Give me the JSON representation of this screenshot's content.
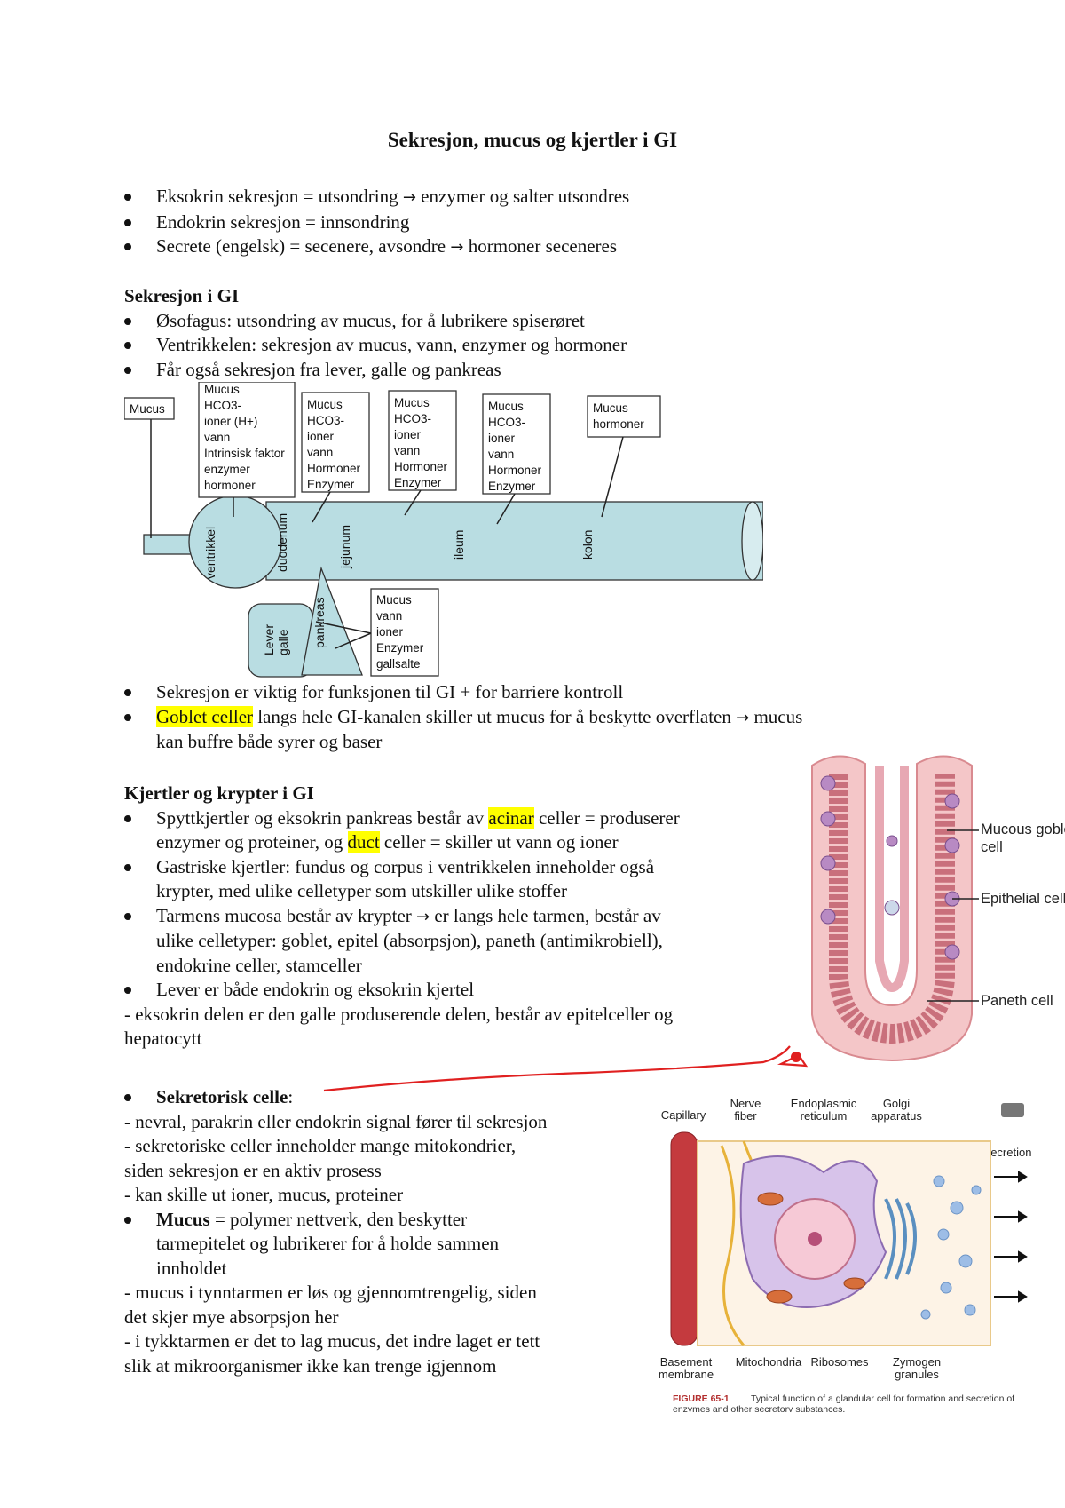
{
  "title": "Sekresjon, mucus og kjertler i GI",
  "intro": [
    {
      "pre": "Eksokrin sekresjon = utsondring ",
      "arrow": "→",
      "post": " enzymer og salter utsondres"
    },
    {
      "pre": "Endokrin sekresjon = innsondring",
      "arrow": "",
      "post": ""
    },
    {
      "pre": "Secrete (engelsk) = secenere, avsondre ",
      "arrow": "→",
      "post": " hormoner seceneres"
    }
  ],
  "s1": {
    "heading": "Sekresjon i GI",
    "items": [
      "Øsofagus: utsondring av mucus, for å lubrikere spiserøret",
      "Ventrikkelen: sekresjon av mucus, vann, enzymer og hormoner",
      "Får også sekresjon fra lever, galle og pankreas"
    ]
  },
  "gi": {
    "box_esophagus": [
      "Mucus"
    ],
    "box_ventrikkel": [
      "Mucus",
      "HCO3-",
      "ioner (H+)",
      "vann",
      "Intrinsisk faktor",
      "enzymer",
      "hormoner"
    ],
    "box_duodenum": [
      "Mucus",
      "HCO3-",
      "ioner",
      "vann",
      "Hormoner",
      "Enzymer"
    ],
    "box_jejunum": [
      "Mucus",
      "HCO3-",
      "ioner",
      "vann",
      "Hormoner",
      "Enzymer"
    ],
    "box_ileum": [
      "Mucus",
      "HCO3-",
      "ioner",
      "vann",
      "Hormoner",
      "Enzymer"
    ],
    "box_kolon": [
      "Mucus",
      "hormoner"
    ],
    "box_liver": [
      "Mucus",
      "vann",
      "ioner",
      "Enzymer",
      "gallsalte"
    ],
    "lbl_ventrikkel": "ventrikkel",
    "lbl_duodenum": "duodenum",
    "lbl_jejunum": "jejunum",
    "lbl_ileum": "ileum",
    "lbl_kolon": "kolon",
    "lbl_pankreas": "pankreas",
    "lbl_lever": "Lever",
    "lbl_galle": "galle",
    "tube_color": "#b9dde2"
  },
  "mid": {
    "b1": "Sekresjon er viktig for funksjonen til GI + for barriere kontroll",
    "b2_hl": "Goblet celler",
    "b2_pre": " langs hele GI-kanalen skiller ut mucus for å beskytte overflaten ",
    "b2_arrow": "→",
    "b2_post": " mucus",
    "b2_line2": "kan buffre både syrer og baser"
  },
  "s2": {
    "heading": "Kjertler og krypter i GI",
    "i1_a": "Spyttkjertler og eksokrin pankreas består av ",
    "i1_hl1": "acinar",
    "i1_b": " celler = produserer",
    "i1_c": "enzymer og proteiner, og ",
    "i1_hl2": "duct",
    "i1_d": " celler = skiller ut vann og ioner",
    "i2_l1": "Gastriske kjertler: fundus og corpus i ventrikkelen inneholder også",
    "i2_l2": "krypter, med ulike celletyper som utskiller ulike stoffer",
    "i3_a": "Tarmens mucosa består av krypter ",
    "i3_arrow": "→",
    "i3_b": " er langs hele tarmen, består av",
    "i3_l2": "ulike celletyper: goblet, epitel (absorpsjon), paneth (antimikrobiell),",
    "i3_l3": "endokrine celler, stamceller",
    "i4": "Lever er både endokrin og eksokrin kjertel",
    "d1": "- eksokrin delen er den galle produserende delen, består av epitelceller og",
    "d2": "hepatocytt"
  },
  "s3": {
    "b1": "Sekretorisk celle",
    "b1_colon": ":",
    "l1": "- nevral, parakrin eller endokrin signal fører til sekresjon",
    "l2": "- sekretoriske celler inneholder mange mitokondrier,",
    "l3": "siden sekresjon er en aktiv prosess",
    "l4": "- kan skille ut ioner, mucus, proteiner",
    "b2_bold": "Mucus",
    "b2_rest": " = polymer nettverk, den beskytter",
    "b2_l2": "tarmepitelet og lubrikerer for å holde sammen",
    "b2_l3": "innholdet",
    "m1": "- mucus i tynntarmen er løs og gjennomtrengelig, siden",
    "m2": "det skjer mye absorpsjon her",
    "m3": "- i tykktarmen er det to lag mucus, det indre laget er tett",
    "m4": "slik at mikroorganismer ikke kan trenge igjennom"
  },
  "crypt": {
    "lbl_goblet_1": "Mucous goblet",
    "lbl_goblet_2": "cell",
    "lbl_epithelial": "Epithelial cell",
    "lbl_paneth": "Paneth cell"
  },
  "cell": {
    "capillary": "Capillary",
    "nerve_1": "Nerve",
    "nerve_2": "fiber",
    "er_1": "Endoplasmic",
    "er_2": "reticulum",
    "golgi_1": "Golgi",
    "golgi_2": "apparatus",
    "secretion": "Secretion",
    "basement_1": "Basement",
    "basement_2": "membrane",
    "mito": "Mitochondria",
    "ribo": "Ribosomes",
    "zym_1": "Zymogen",
    "zym_2": "granules",
    "fig_label": "FIGURE 65-1",
    "fig_caption_1": "Typical function of a glandular cell for formation and secretion of",
    "fig_caption_2": "enzymes and other secretory substances."
  }
}
